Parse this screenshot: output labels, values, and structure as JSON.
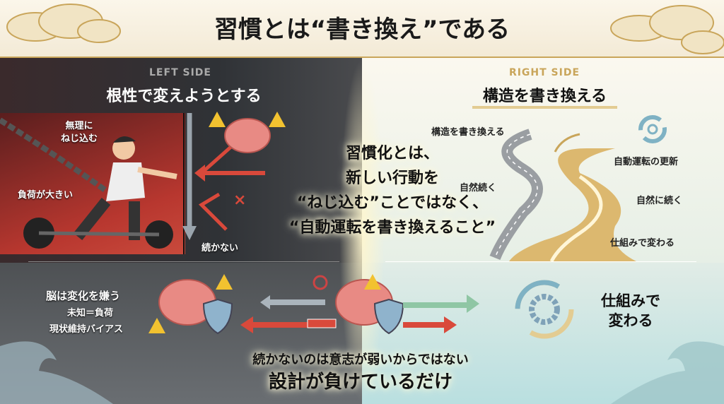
{
  "header": {
    "title": "習慣とは“書き換え”である"
  },
  "left": {
    "section_label": "LEFT SIDE",
    "title": "根性で変えようとする",
    "labels": {
      "force": "無理に\nねじ込む",
      "force_1": "無理に",
      "force_2": "ねじ込む",
      "load": "負荷が大きい",
      "not_continue": "続かない"
    }
  },
  "right": {
    "section_label": "RIGHT SIDE",
    "title": "構造を書き換える",
    "labels": {
      "rewrite": "構造を書き換える",
      "auto_update": "自動運転の更新",
      "natural": "自然続く",
      "natural_continue": "自然に続く",
      "system_change": "仕組みで変わる"
    }
  },
  "center_quote": [
    "習慣化とは、",
    "新しい行動を",
    "“ねじ込む”ことではなく、",
    "“自動運転を書き換えること”"
  ],
  "bottom": {
    "brain_hates": "脳は変化を嫌う",
    "unknown_load": "未知＝負荷",
    "status_quo": "現状維持バイアス",
    "system_1": "仕組みで",
    "system_2": "変わる",
    "message_1": "続かないのは意志が弱いからではない",
    "message_2": "設計が負けているだけ"
  },
  "colors": {
    "gold": "#c9a55a",
    "red": "#d9493b",
    "teal": "#7fb2c4",
    "warning": "#f2c230"
  }
}
